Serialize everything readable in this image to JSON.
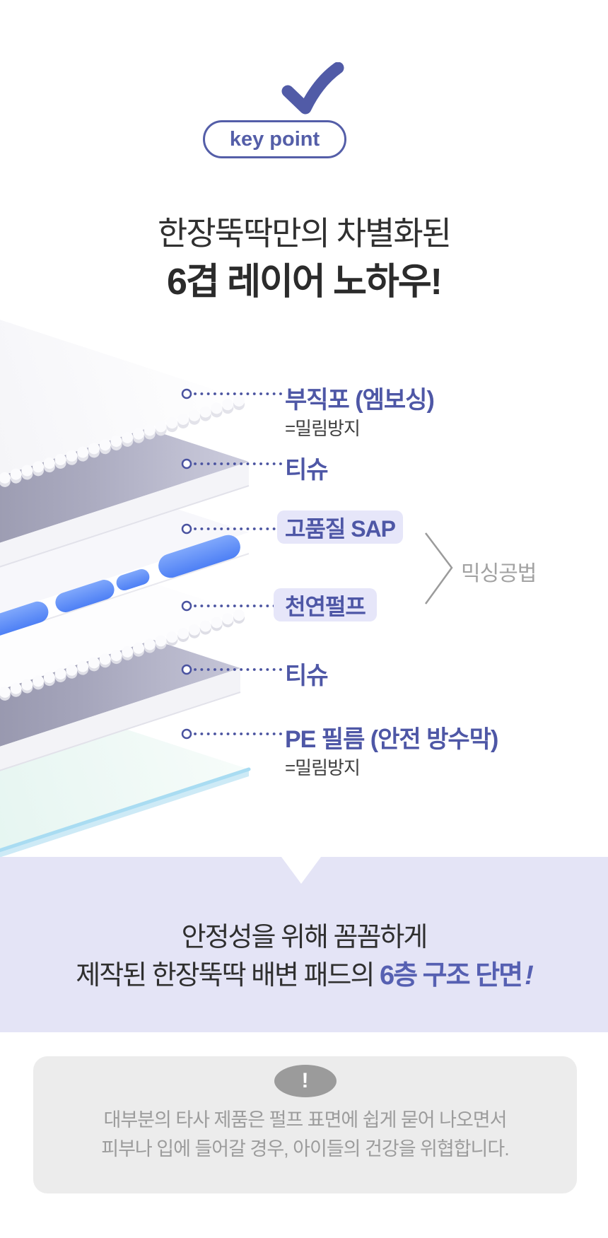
{
  "badge": {
    "label": "key point"
  },
  "heading": {
    "line1": "한장뚝딱만의 차별화된",
    "line2": "6겹 레이어 노하우!"
  },
  "diagram": {
    "layers": [
      {
        "name": "nonwoven",
        "label": "부직포 (엠보싱)",
        "note": "=밀림방지",
        "highlighted": false
      },
      {
        "name": "tissue-top",
        "label": "티슈",
        "note": "",
        "highlighted": false
      },
      {
        "name": "sap",
        "label": "고품질 SAP",
        "note": "",
        "highlighted": true
      },
      {
        "name": "pulp",
        "label": "천연펄프",
        "note": "",
        "highlighted": true
      },
      {
        "name": "tissue-bottom",
        "label": "티슈",
        "note": "",
        "highlighted": false
      },
      {
        "name": "pe-film",
        "label": "PE 필름 (안전 방수막)",
        "note": "=밀림방지",
        "highlighted": false
      }
    ],
    "bracket_label": "믹싱공법"
  },
  "summary": {
    "line1": "안정성을 위해 꼼꼼하게",
    "line2_prefix": "제작된 한장뚝딱 배변 패드의 ",
    "line2_highlight": "6층 구조 단면",
    "line2_bang": "!"
  },
  "notice": {
    "icon": "!",
    "line1": "대부분의 타사 제품은 펄프 표면에 쉽게 묻어 나오면서",
    "line2": "피부나 입에 들어갈 경우, 아이들의 건강을 위협합니다."
  },
  "colors": {
    "accent": "#545EA8",
    "label_blue": "#4E57A6",
    "highlight_box": "#E6E6F9",
    "summary_bg": "#E4E4F6",
    "summary_highlight": "#5660B2",
    "notice_bg": "#ECECEC",
    "notice_text": "#9C9C9C",
    "capsule_blue": "#5E8EF8",
    "bracket_gray": "#9B9B9B"
  }
}
